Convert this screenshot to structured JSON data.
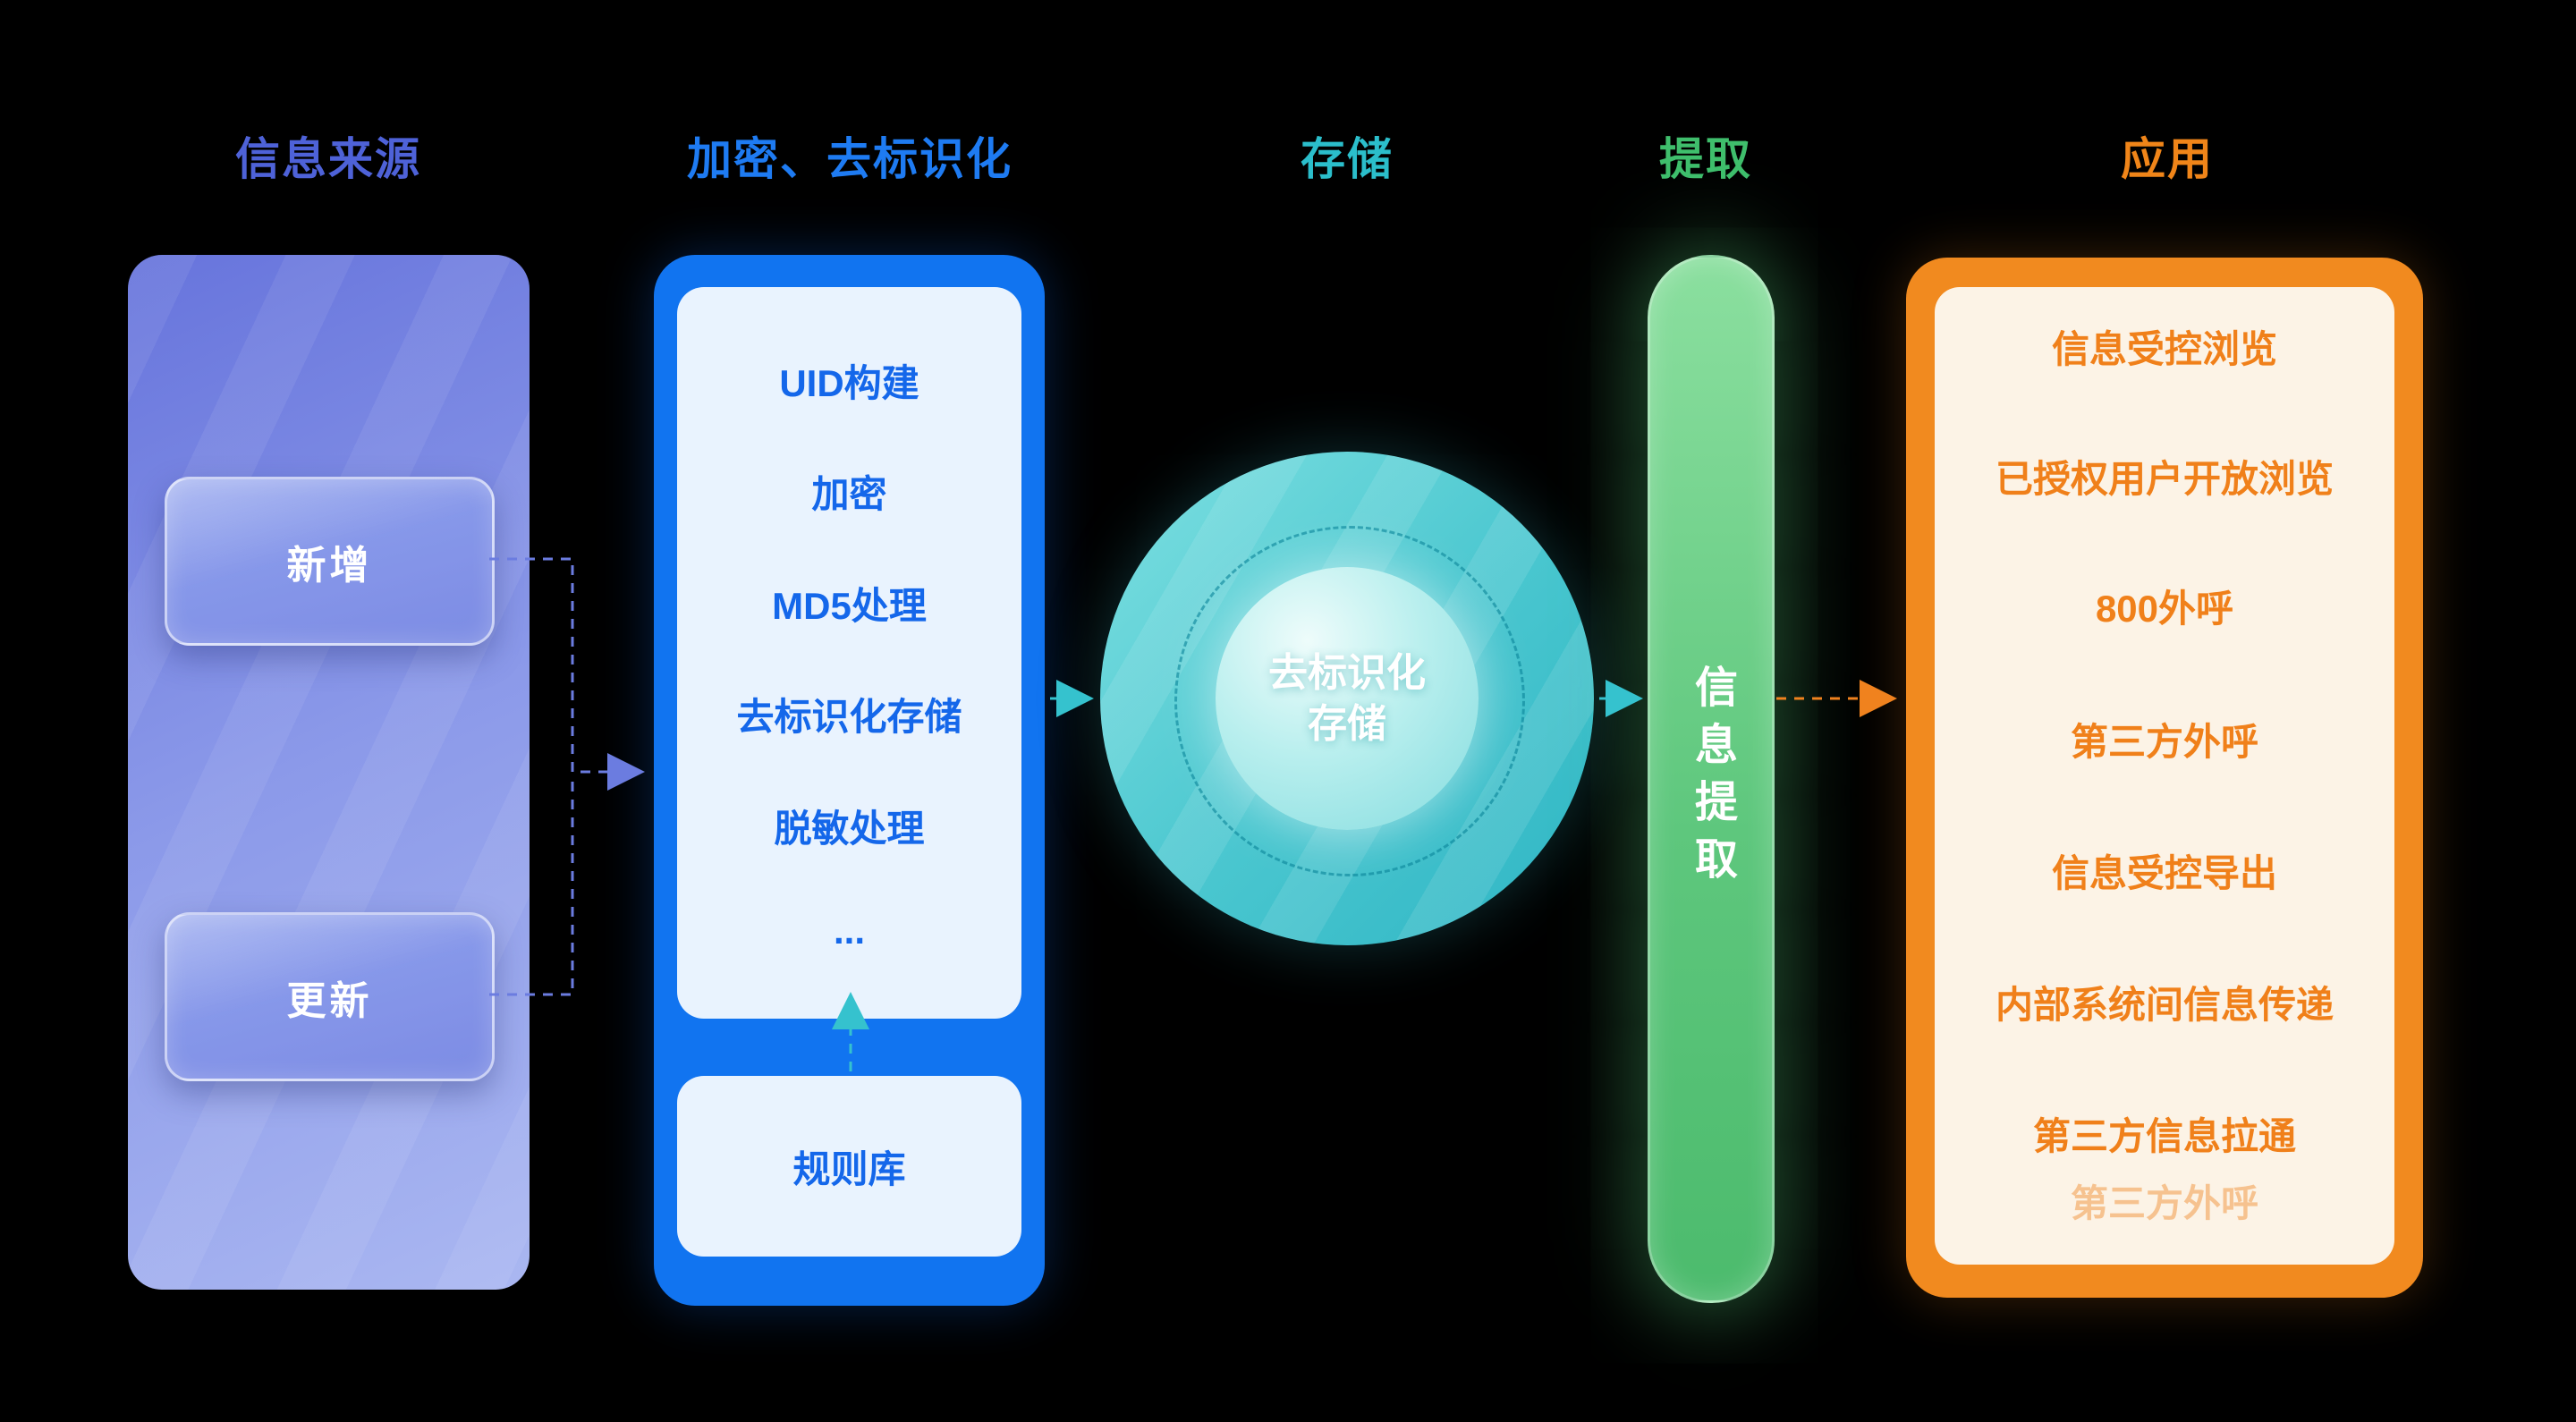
{
  "palette": {
    "source_accent": "#4E62D8",
    "encryption_accent": "#1E7BF2",
    "storage_accent": "#2BBECB",
    "extraction_accent": "#3FBE6C",
    "application_accent": "#F08519",
    "background": "#000000"
  },
  "headers": {
    "source": {
      "label": "信息来源"
    },
    "encryption": {
      "label": "加密、去标识化"
    },
    "storage": {
      "label": "存储"
    },
    "extraction": {
      "label": "提取"
    },
    "application": {
      "label": "应用"
    }
  },
  "source": {
    "items": [
      {
        "label": "新增"
      },
      {
        "label": "更新"
      }
    ]
  },
  "encryption": {
    "steps": [
      "UID构建",
      "加密",
      "MD5处理",
      "去标识化存储",
      "脱敏处理",
      "..."
    ],
    "rulebase_label": "规则库"
  },
  "storage": {
    "label_line1": "去标识化",
    "label_line2": "存储"
  },
  "extraction": {
    "label": "信息提取"
  },
  "application": {
    "items": [
      "信息受控浏览",
      "已授权用户开放浏览",
      "800外呼",
      "第三方外呼",
      "信息受控导出",
      "内部系统间信息传递",
      "第三方信息拉通",
      "第三方外呼"
    ]
  }
}
